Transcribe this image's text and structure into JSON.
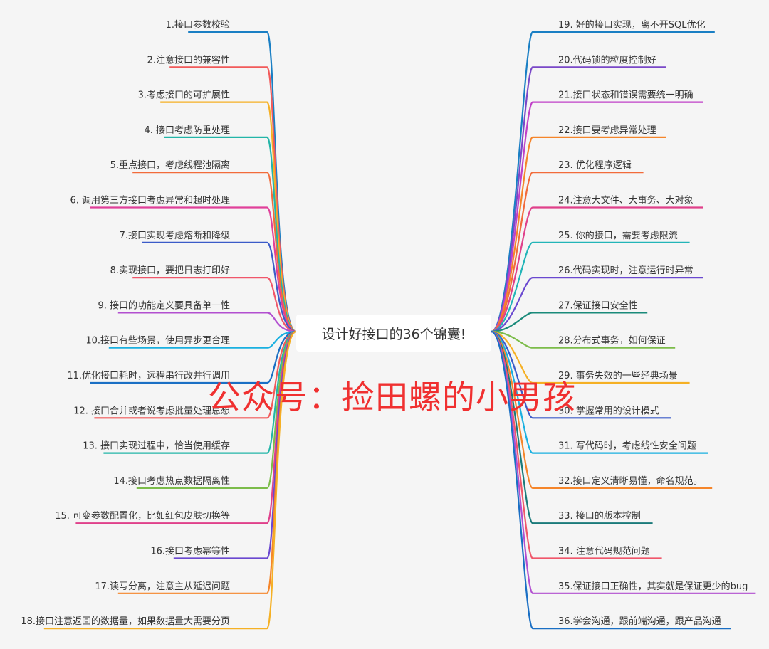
{
  "center": {
    "title": "设计好接口的36个锦囊!"
  },
  "watermark": "公众号：捡田螺的小男孩",
  "left_branches": [
    {
      "label": "1.接口参数校验",
      "color": "#1a7fc4"
    },
    {
      "label": "2.注意接口的兼容性",
      "color": "#f25a5a"
    },
    {
      "label": "3.考虑接口的可扩展性",
      "color": "#f5b024"
    },
    {
      "label": "4. 接口考虑防重处理",
      "color": "#23b5a8"
    },
    {
      "label": "5.重点接口，考虑线程池隔离",
      "color": "#f26b3a"
    },
    {
      "label": "6. 调用第三方接口考虑异常和超时处理",
      "color": "#e0409a"
    },
    {
      "label": "7.接口实现考虑熔断和降级",
      "color": "#3b5bc8"
    },
    {
      "label": "8.实现接口，要把日志打印好",
      "color": "#f0566a"
    },
    {
      "label": "9. 接口的功能定义要具备单一性",
      "color": "#b24fd0"
    },
    {
      "label": "10.接口有些场景，使用异步更合理",
      "color": "#1ab0e0"
    },
    {
      "label": "11.优化接口耗时，远程串行改并行调用",
      "color": "#1a6fc4"
    },
    {
      "label": "12. 接口合并或者说考虑批量处理思想",
      "color": "#f25a5a"
    },
    {
      "label": "13. 接口实现过程中，恰当使用缓存",
      "color": "#23b5a8"
    },
    {
      "label": "14.接口考虑热点数据隔离性",
      "color": "#7cbc4a"
    },
    {
      "label": "15. 可变参数配置化，比如红包皮肤切换等",
      "color": "#e0408a"
    },
    {
      "label": "16.接口考虑幂等性",
      "color": "#6a48d0"
    },
    {
      "label": "17.读写分离，注意主从延迟问题",
      "color": "#f5852a"
    },
    {
      "label": "18.接口注意返回的数据量，如果数据量大需要分页",
      "color": "#f5b024"
    }
  ],
  "right_branches": [
    {
      "label": "19. 好的接口实现，离不开SQL优化",
      "color": "#1a7fc4"
    },
    {
      "label": "20.代码锁的粒度控制好",
      "color": "#7a48c8"
    },
    {
      "label": "21.接口状态和错误需要统一明确",
      "color": "#c040c8"
    },
    {
      "label": "22.接口要考虑异常处理",
      "color": "#f5852a"
    },
    {
      "label": "23. 优化程序逻辑",
      "color": "#f26b3a"
    },
    {
      "label": "24.注意大文件、大事务、大对象",
      "color": "#e0408a"
    },
    {
      "label": "25. 你的接口，需要考虑限流",
      "color": "#23b5b8"
    },
    {
      "label": "26.代码实现时，注意运行时异常",
      "color": "#6a48d0"
    },
    {
      "label": "27.保证接口安全性",
      "color": "#1a8a7a"
    },
    {
      "label": "28.分布式事务，如何保证",
      "color": "#7cbc4a"
    },
    {
      "label": "29. 事务失效的一些经典场景",
      "color": "#f5b024"
    },
    {
      "label": "30. 掌握常用的设计模式",
      "color": "#3b5bc8"
    },
    {
      "label": "31. 写代码时，考虑线性安全问题",
      "color": "#1ab0e0"
    },
    {
      "label": "32.接口定义清晰易懂，命名规范。",
      "color": "#f5852a"
    },
    {
      "label": "33. 接口的版本控制",
      "color": "#1a7a7a"
    },
    {
      "label": "34. 注意代码规范问题",
      "color": "#f0566a"
    },
    {
      "label": "35.保证接口正确性，其实就是保证更少的bug",
      "color": "#b24fd0"
    },
    {
      "label": "36.学会沟通，跟前端沟通，跟产品沟通",
      "color": "#1a6fc4"
    }
  ]
}
